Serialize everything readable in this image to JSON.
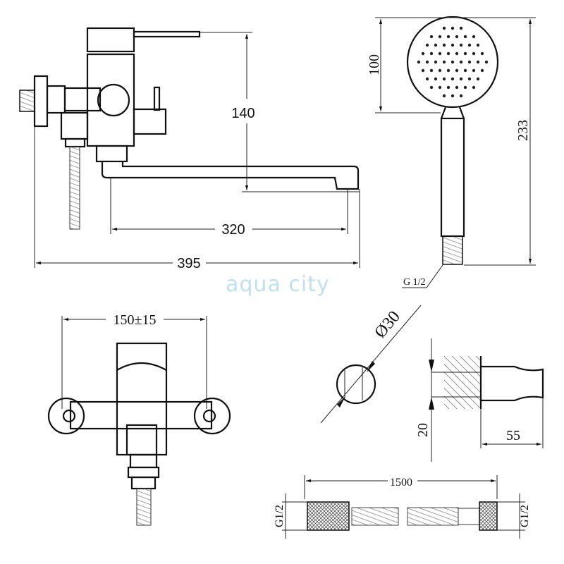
{
  "watermark": "aqua city",
  "faucet_side": {
    "height_dim": "140",
    "spout_dim": "320",
    "overall_dim": "395"
  },
  "shower_head": {
    "head_dim": "100",
    "total_dim": "233",
    "thread_label": "G 1/2"
  },
  "faucet_front": {
    "spacing_dim": "150±15"
  },
  "holder_mount": {
    "diameter_dim": "Ø30",
    "height_dim": "20",
    "depth_dim": "55"
  },
  "hose": {
    "length_dim": "1500",
    "left_thread": "G1/2",
    "right_thread": "G1/2"
  },
  "colors": {
    "line": "#111111",
    "watermark": "#bfe0f3"
  }
}
